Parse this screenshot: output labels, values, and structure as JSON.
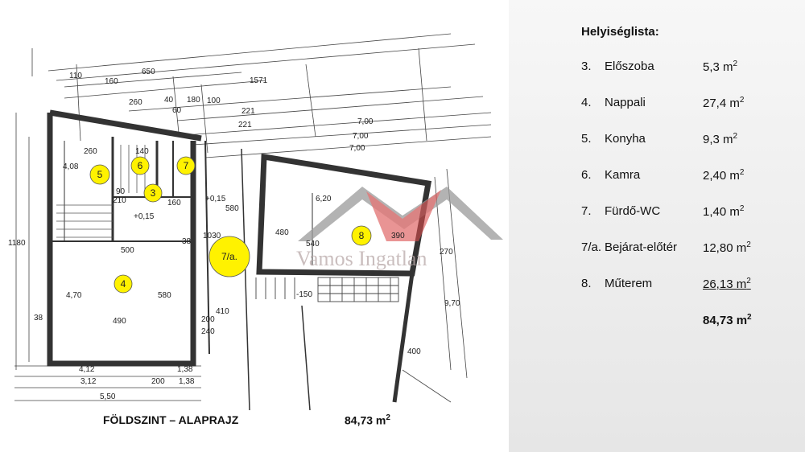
{
  "plan": {
    "caption_title": "FÖLDSZINT – ALAPRAJZ",
    "caption_area": "84,73 m",
    "watermark": "Vamos Ingatlan",
    "room_markers": [
      "5",
      "6",
      "7",
      "3",
      "7/a.",
      "4",
      "8"
    ],
    "dimensions": {
      "d110": "110",
      "d160a": "160",
      "d650": "650",
      "d1571": "1571",
      "d260a": "260",
      "d40a": "40",
      "d60a": "60",
      "d180": "180",
      "d100": "100",
      "d221a": "221",
      "d221b": "221",
      "d700a": "7,00",
      "d700b": "7,00",
      "d700c": "7,00",
      "d260b": "260",
      "d140": "140",
      "d408": "4,08",
      "d90": "90",
      "d210a": "210",
      "d160b": "160",
      "d015": "+0,15",
      "d500": "500",
      "d580a": "580",
      "d1030": "1030",
      "d620": "6,20",
      "d480": "480",
      "d540": "540",
      "d390": "390",
      "d270": "270",
      "d970": "9,70",
      "d1180": "1180",
      "d470": "4,70",
      "d490": "490",
      "d580b": "580",
      "d410": "410",
      "d200": "200",
      "d240": "240",
      "d38": "38",
      "d412": "4,12",
      "d312": "3,12",
      "d138": "1,38",
      "d550": "5,50",
      "d150": "-150",
      "d400": "400"
    }
  },
  "list": {
    "title": "Helyiséglista:",
    "rooms": [
      {
        "num": "3.",
        "name": "Előszoba",
        "area": "5,3 m"
      },
      {
        "num": "4.",
        "name": "Nappali",
        "area": "27,4 m"
      },
      {
        "num": "5.",
        "name": "Konyha",
        "area": "9,3 m"
      },
      {
        "num": "6.",
        "name": "Kamra",
        "area": "2,40 m"
      },
      {
        "num": "7.",
        "name": "Fürdő-WC",
        "area": "1,40 m"
      },
      {
        "num": "7/a.",
        "name": "Bejárat-előtér",
        "area": "12,80 m"
      },
      {
        "num": "8.",
        "name": "Műterem",
        "area": "26,13 m"
      }
    ],
    "total": "84,73 m",
    "unit_sup": "2"
  },
  "colors": {
    "marker_fill": "#fff200",
    "wall": "#333333",
    "roof_red": "#d94c4c",
    "panel_bg": "#eeeeee"
  }
}
